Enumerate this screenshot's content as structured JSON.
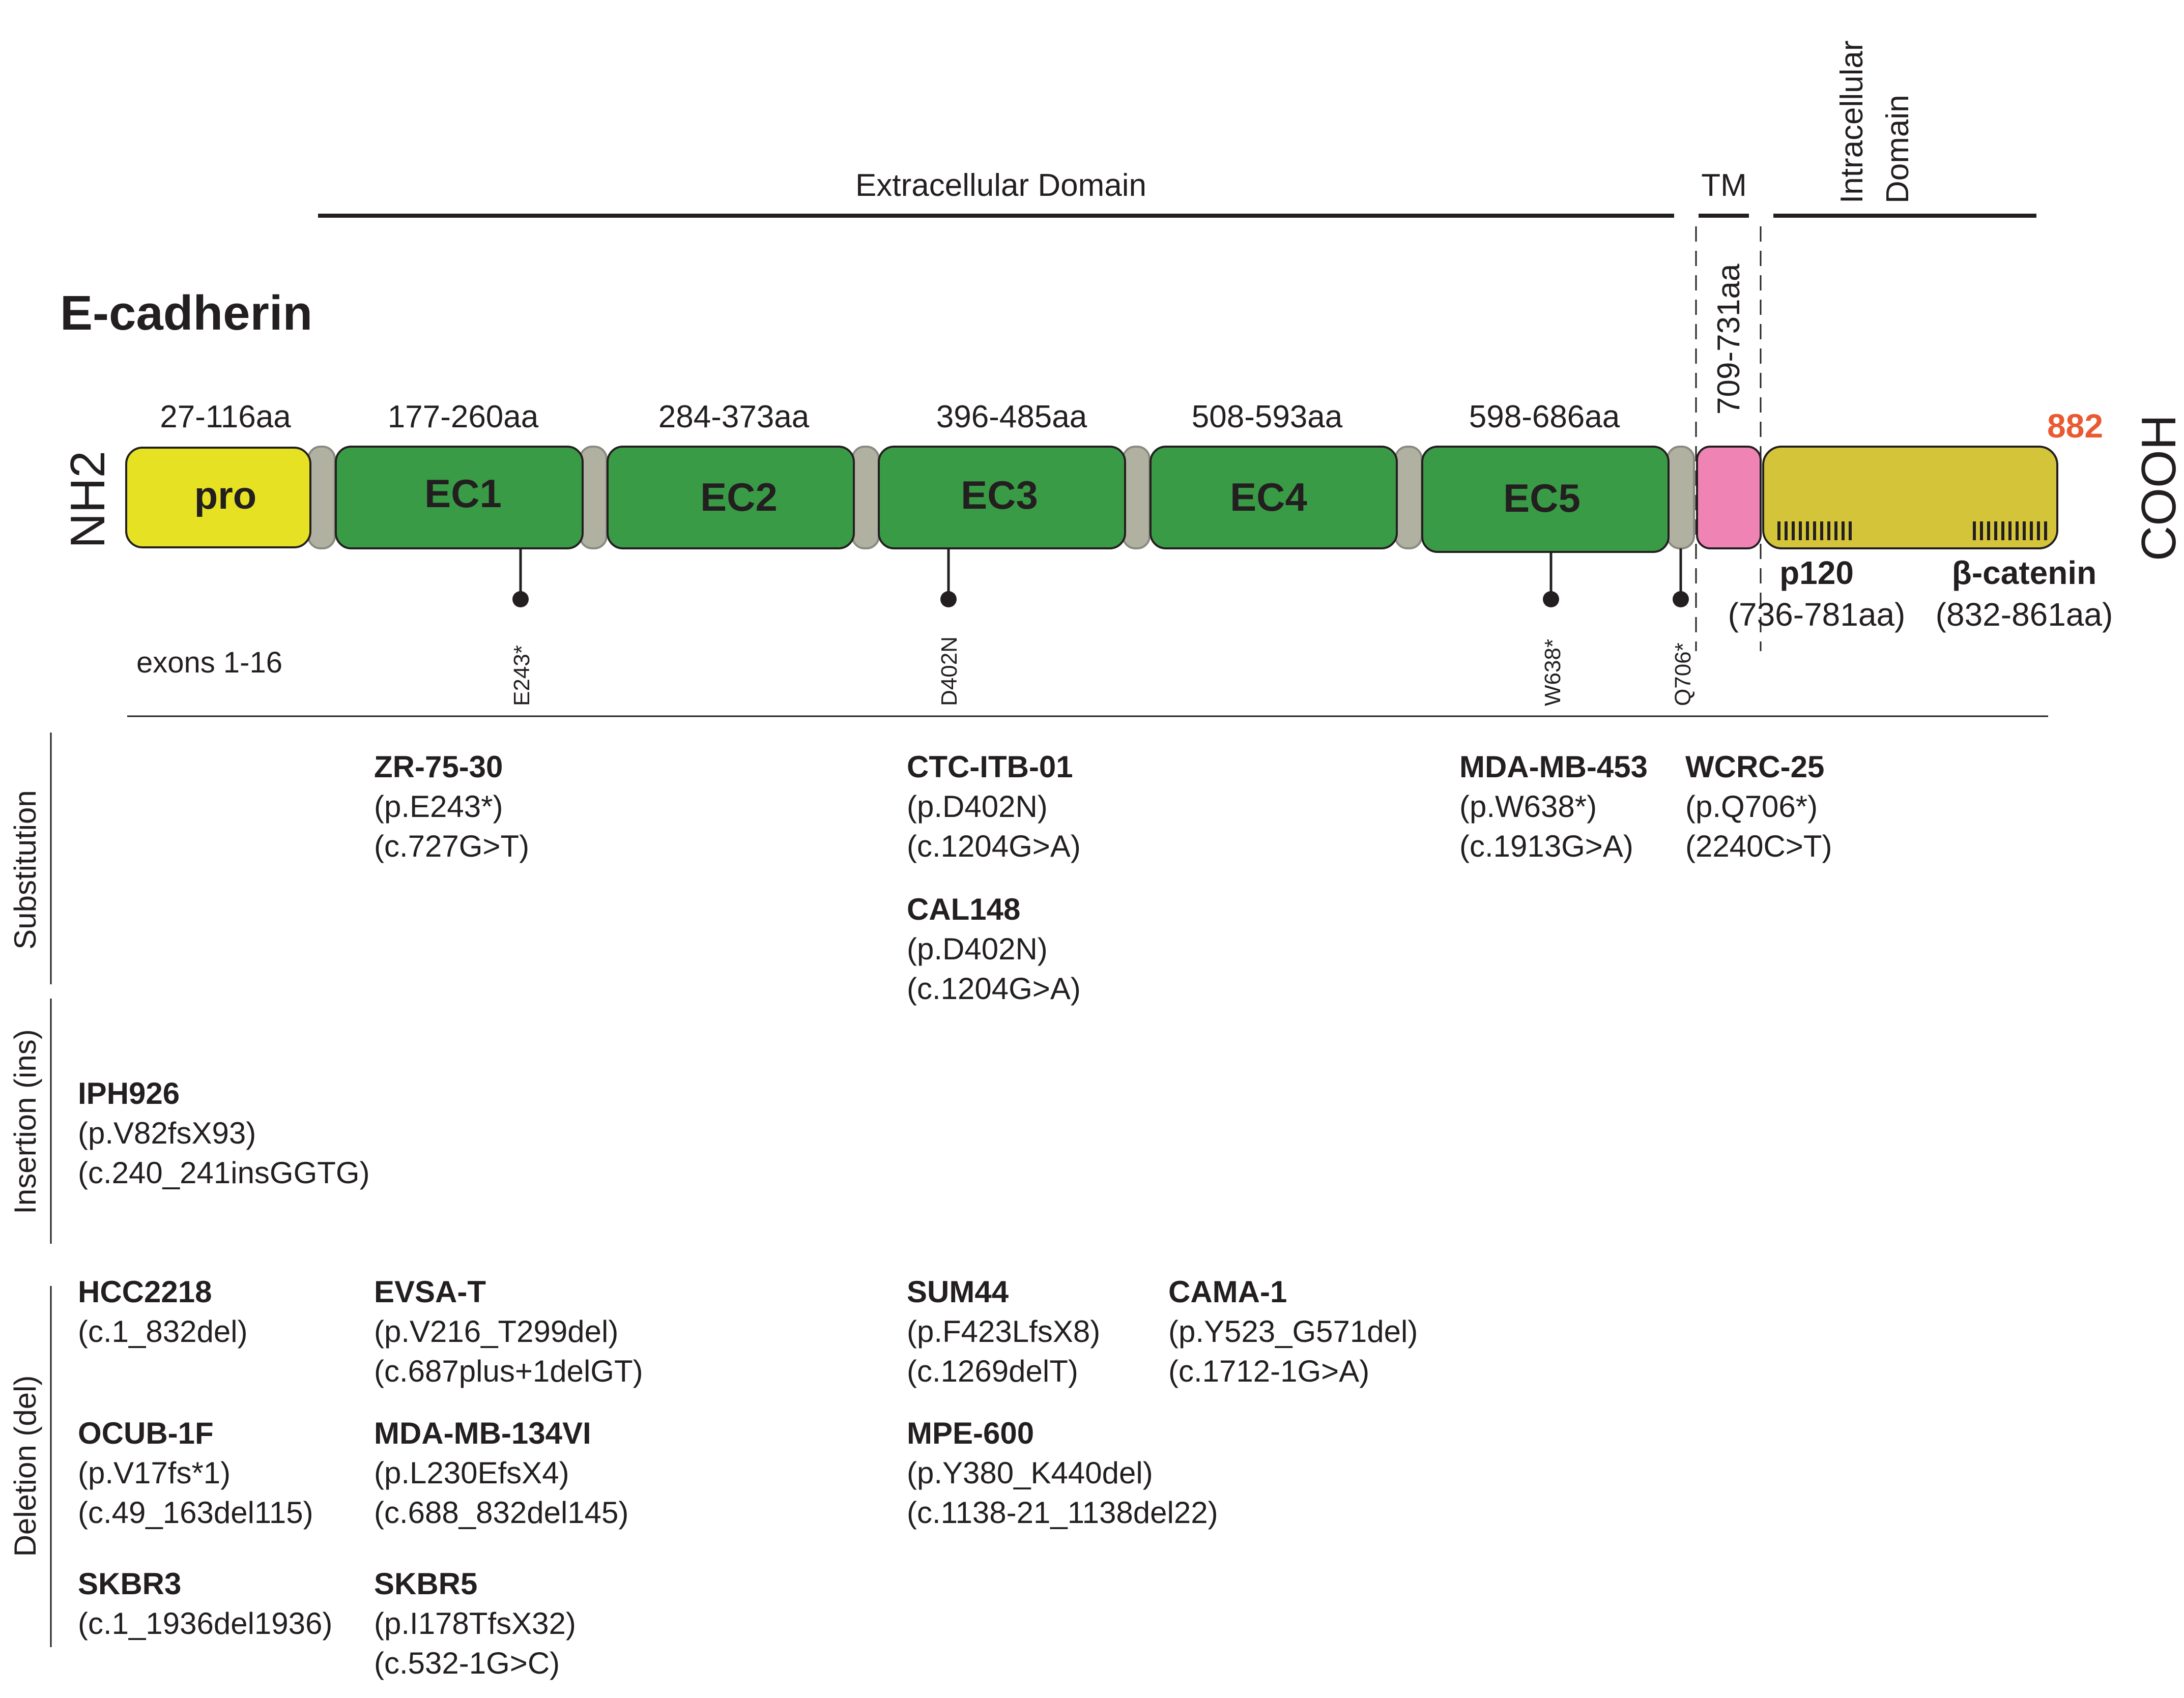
{
  "title": "E-cadherin",
  "terminals": {
    "n": "NH2",
    "c": "COOH",
    "length": "882"
  },
  "regions": {
    "extracellular": "Extracellular Domain",
    "tm": "TM",
    "intracellular_line1": "Intracellular",
    "intracellular_line2": "Domain",
    "tm_range": "709-731aa"
  },
  "domains": [
    {
      "label": "pro",
      "range": "27-116aa"
    },
    {
      "label": "EC1",
      "range": "177-260aa"
    },
    {
      "label": "EC2",
      "range": "284-373aa"
    },
    {
      "label": "EC3",
      "range": "396-485aa"
    },
    {
      "label": "EC4",
      "range": "508-593aa"
    },
    {
      "label": "EC5",
      "range": "598-686aa"
    }
  ],
  "binding_sites": [
    {
      "name": "p120",
      "range": "(736-781aa)"
    },
    {
      "name": "β-catenin",
      "range": "(832-861aa)"
    }
  ],
  "exons": "exons 1-16",
  "mutation_markers": [
    "E243*",
    "D402N",
    "W638*",
    "Q706*"
  ],
  "categories": [
    "Substitution",
    "Insertion (ins)",
    "Deletion (del)"
  ],
  "cell_lines": [
    {
      "name": "ZR-75-30",
      "lines": [
        "(p.E243*)",
        "(c.727G>T)"
      ]
    },
    {
      "name": "CTC-ITB-01",
      "lines": [
        "(p.D402N)",
        "(c.1204G>A)"
      ]
    },
    {
      "name": "CAL148",
      "lines": [
        "(p.D402N)",
        "(c.1204G>A)"
      ]
    },
    {
      "name": "MDA-MB-453",
      "lines": [
        "(p.W638*)",
        "(c.1913G>A)"
      ]
    },
    {
      "name": "WCRC-25",
      "lines": [
        "(p.Q706*)",
        "(2240C>T)"
      ]
    },
    {
      "name": "IPH926",
      "lines": [
        "(p.V82fsX93)",
        "(c.240_241insGGTG)"
      ]
    },
    {
      "name": "HCC2218",
      "lines": [
        "(c.1_832del)"
      ]
    },
    {
      "name": "EVSA-T",
      "lines": [
        "(p.V216_T299del)",
        "(c.687plus+1delGT)"
      ]
    },
    {
      "name": "SUM44",
      "lines": [
        "(p.F423LfsX8)",
        "(c.1269delT)"
      ]
    },
    {
      "name": "CAMA-1",
      "lines": [
        "(p.Y523_G571del)",
        "(c.1712-1G>A)"
      ]
    },
    {
      "name": "OCUB-1F",
      "lines": [
        "(p.V17fs*1)",
        "(c.49_163del115)"
      ]
    },
    {
      "name": "MDA-MB-134VI",
      "lines": [
        "(p.L230EfsX4)",
        "(c.688_832del145)"
      ]
    },
    {
      "name": "MPE-600",
      "lines": [
        "(p.Y380_K440del)",
        "(c.1138-21_1138del22)"
      ]
    },
    {
      "name": "SKBR3",
      "lines": [
        "(c.1_1936del1936)"
      ]
    },
    {
      "name": "SKBR5",
      "lines": [
        "(p.I178TfsX32)",
        "(c.532-1G>C)"
      ]
    }
  ],
  "colors": {
    "pro": "#e6e223",
    "ec": "#3a9b46",
    "linker": "#b1b1a2",
    "tm": "#ef84b4",
    "intracellular": "#d4c43a",
    "accent": "#ea5a32",
    "ink": "#231f20"
  }
}
